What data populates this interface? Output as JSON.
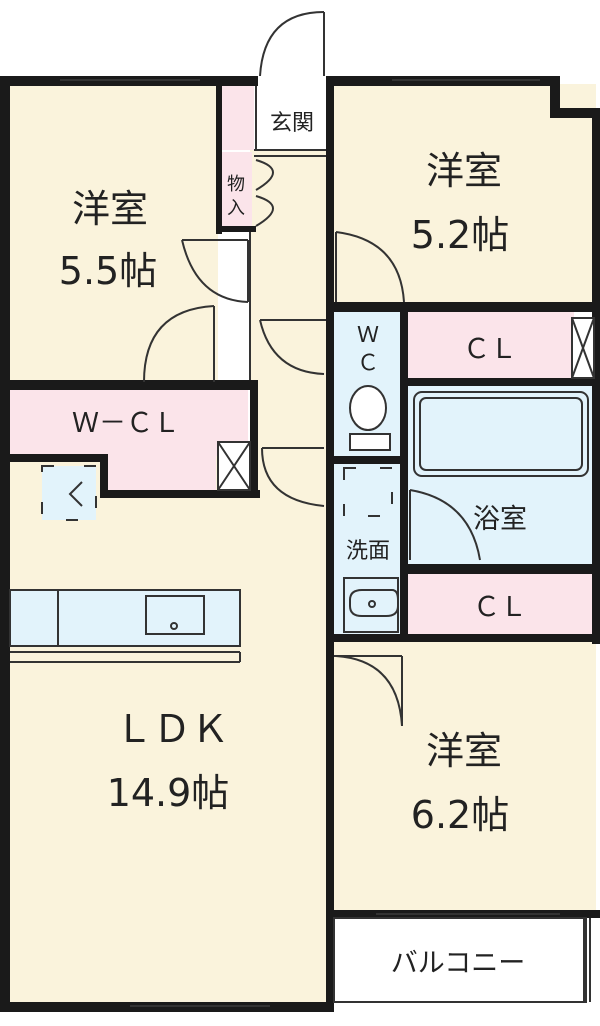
{
  "colors": {
    "room": "#faf3dc",
    "closet": "#fbe4ea",
    "wet": "#e2f3fb",
    "wall": "#1a1a1a",
    "line": "#333333"
  },
  "rooms": {
    "room_nw": {
      "name": "洋室",
      "size": "5.5帖"
    },
    "room_ne": {
      "name": "洋室",
      "size": "5.2帖"
    },
    "room_se": {
      "name": "洋室",
      "size": "6.2帖"
    },
    "ldk": {
      "name": "ＬＤＫ",
      "size": "14.9帖"
    }
  },
  "labels": {
    "entrance": "玄関",
    "storage_1": "物",
    "storage_2": "入",
    "walk_in_closet": "Ｗ－ＣＬ",
    "wc_1": "Ｗ",
    "wc_2": "Ｃ",
    "closet_upper": "ＣＬ",
    "closet_lower": "ＣＬ",
    "bath": "浴室",
    "washroom": "洗面",
    "balcony": "バルコニー"
  }
}
